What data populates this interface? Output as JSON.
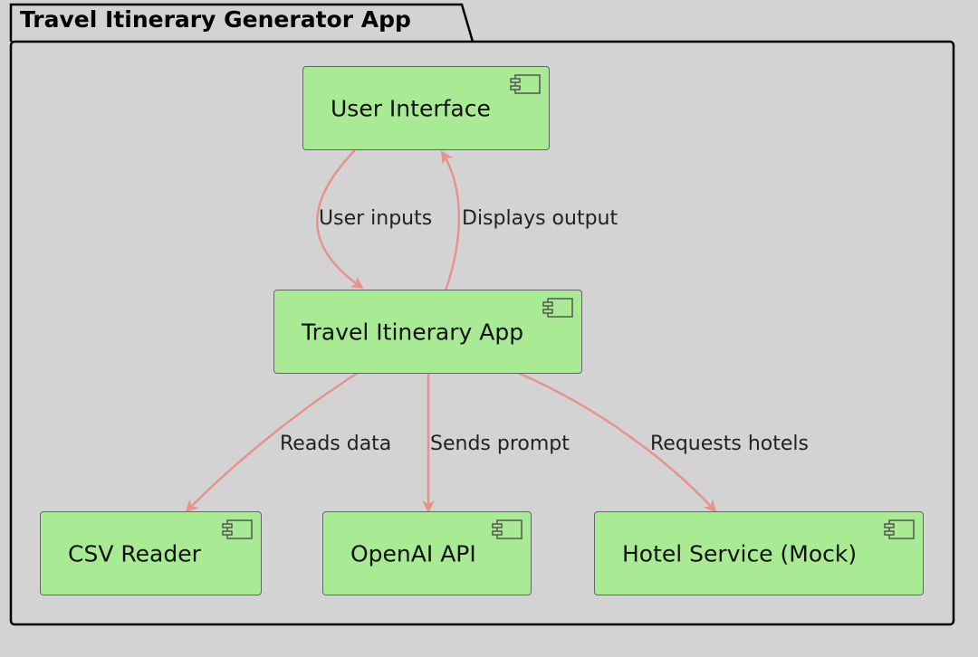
{
  "package": {
    "title": "Travel Itinerary Generator App"
  },
  "components": {
    "ui": "User Interface",
    "app": "Travel Itinerary App",
    "csv": "CSV Reader",
    "openai": "OpenAI API",
    "hotel": "Hotel Service (Mock)"
  },
  "edges": {
    "user_inputs": "User inputs",
    "displays_output": "Displays output",
    "reads_data": "Reads data",
    "sends_prompt": "Sends prompt",
    "requests_hotels": "Requests hotels"
  },
  "colors": {
    "background": "#d3d3d3",
    "component_fill": "#a9ea94",
    "arrow": "#e8928e",
    "border": "#666666"
  }
}
